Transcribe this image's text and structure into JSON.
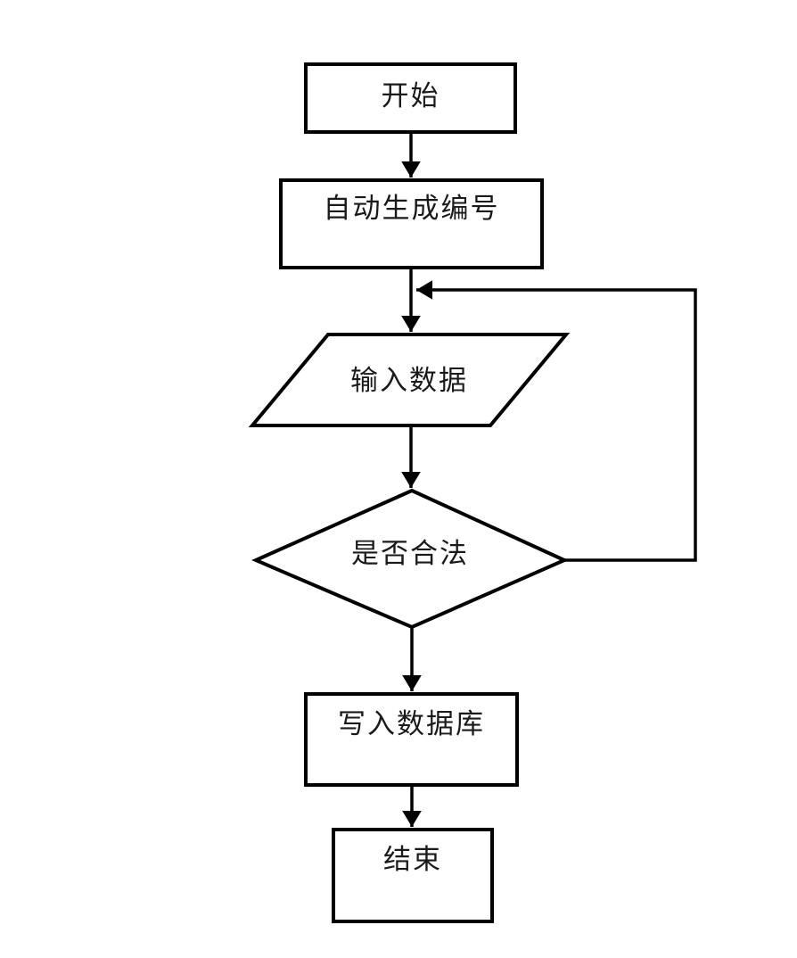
{
  "diagram": {
    "type": "flowchart",
    "background_color": "#ffffff",
    "stroke_color": "#000000",
    "text_color": "#1a1a1a",
    "nodes": [
      {
        "id": "start",
        "shape": "rectangle",
        "label": "开始"
      },
      {
        "id": "auto-generate-number",
        "shape": "rectangle",
        "label": "自动生成编号"
      },
      {
        "id": "input-data",
        "shape": "parallelogram",
        "label": "输入数据"
      },
      {
        "id": "validity-check",
        "shape": "diamond",
        "label": "是否合法"
      },
      {
        "id": "write-database",
        "shape": "rectangle",
        "label": "写入数据库"
      },
      {
        "id": "end",
        "shape": "rectangle",
        "label": "结束"
      }
    ],
    "edges": [
      {
        "from": "start",
        "to": "auto-generate-number",
        "kind": "forward"
      },
      {
        "from": "auto-generate-number",
        "to": "input-data",
        "kind": "forward"
      },
      {
        "from": "input-data",
        "to": "validity-check",
        "kind": "forward"
      },
      {
        "from": "validity-check",
        "to": "write-database",
        "kind": "forward"
      },
      {
        "from": "validity-check",
        "to": "input-data",
        "kind": "loop-back"
      },
      {
        "from": "write-database",
        "to": "end",
        "kind": "forward"
      }
    ]
  }
}
